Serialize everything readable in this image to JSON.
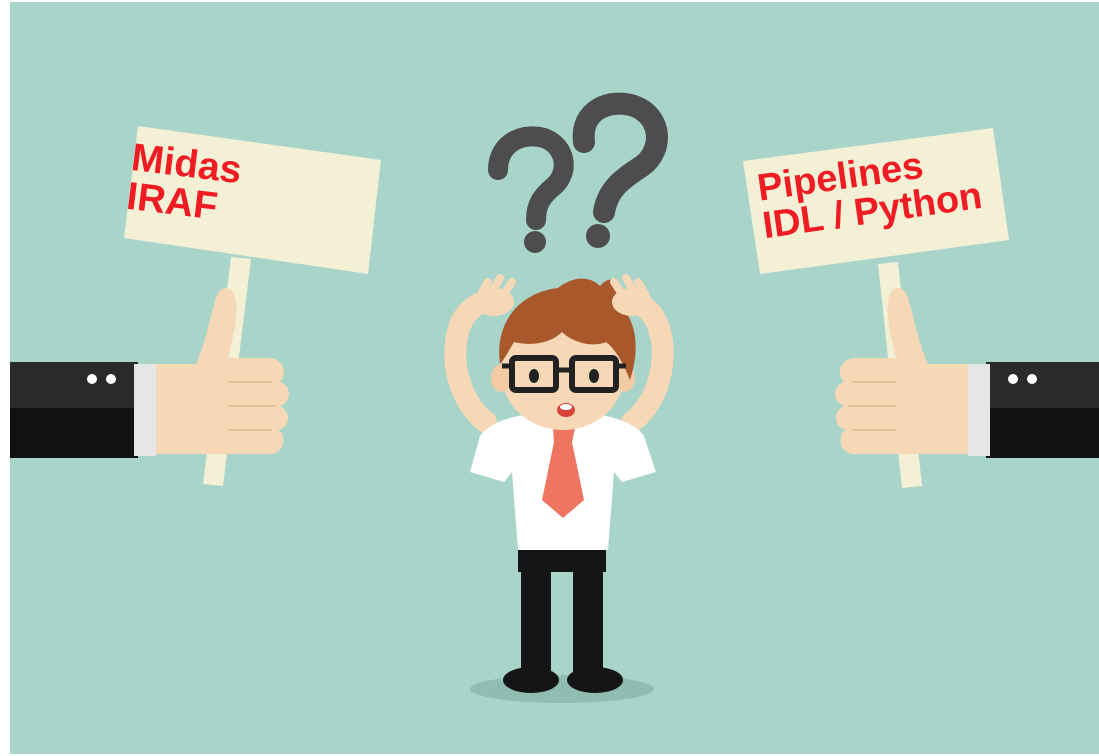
{
  "left_sign": {
    "lines": [
      "Midas",
      "IRAF"
    ]
  },
  "right_sign": {
    "lines": [
      "Pipelines",
      "IDL / Python"
    ]
  },
  "colors": {
    "background": "#a8d4c9",
    "sign_board": "#f3f0d6",
    "sign_text": "#ef1c24",
    "question_marks": "#4d4d4d",
    "skin": "#f7d8b6",
    "hair": "#a8582a",
    "tie": "#ee7560",
    "sleeve": "#1b1b1b"
  },
  "icons": [
    "question-mark-icon",
    "thumbs-up-hand-icon"
  ]
}
